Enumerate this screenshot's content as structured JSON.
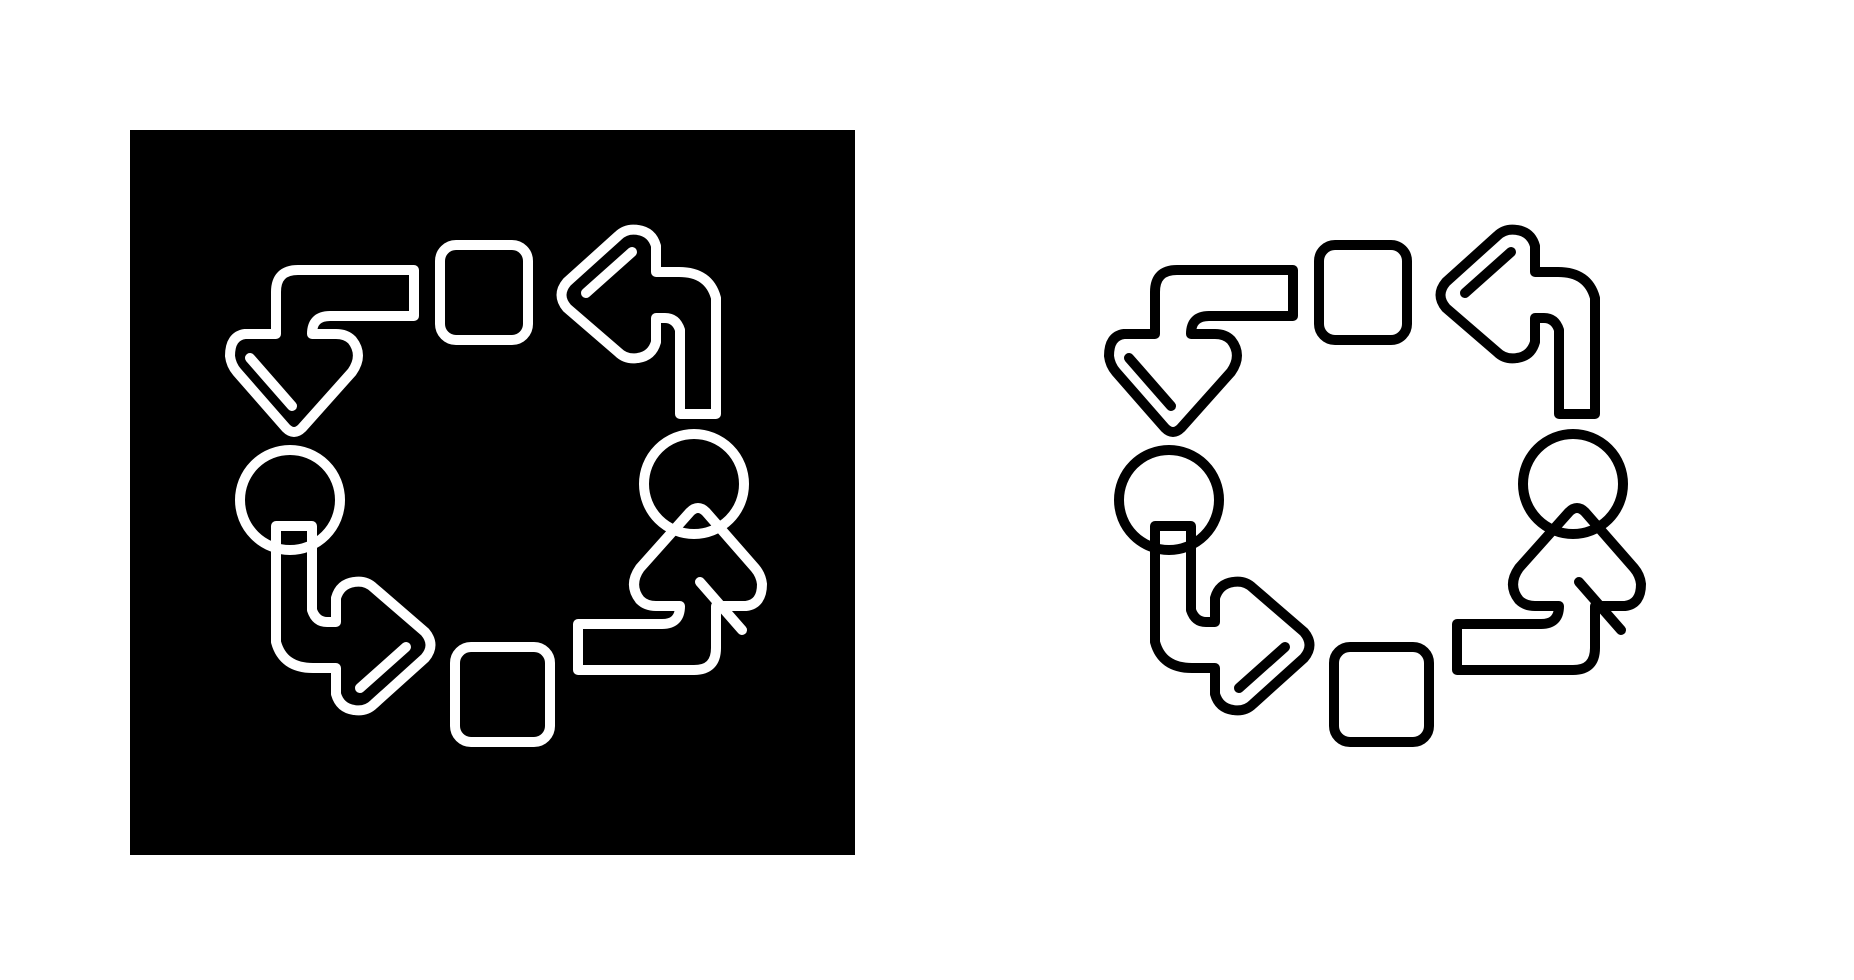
{
  "canvas": {
    "background": "#ffffff"
  },
  "icons": [
    {
      "name": "process-cycle-icon-glyph",
      "style": "glyph",
      "tile_color": "#000000",
      "stroke_color": "#ffffff"
    },
    {
      "name": "process-cycle-icon-line",
      "style": "line",
      "tile_color": "#ffffff",
      "stroke_color": "#000000"
    }
  ]
}
